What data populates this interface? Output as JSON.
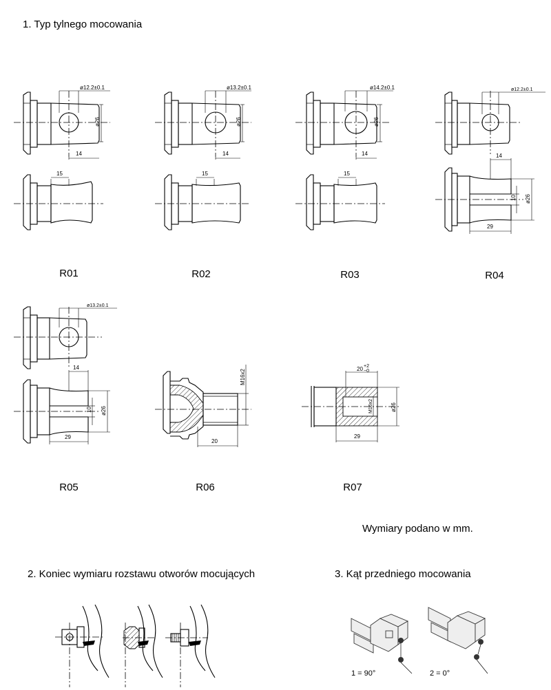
{
  "headings": {
    "section1": "1. Typ tylnego mocowania",
    "section2": "2. Koniec wymiaru rozstawu otworów mocujących",
    "section3": "3. Kąt przedniego mocowania"
  },
  "note": "Wymiary podano w mm.",
  "mount_codes": [
    "R01",
    "R02",
    "R03",
    "R04",
    "R05",
    "R06",
    "R07"
  ],
  "dimensions": {
    "r01": {
      "hole": "ø12.2±0.1",
      "dia": "ø26",
      "dist": "14",
      "width": "15"
    },
    "r02": {
      "hole": "ø13.2±0.1",
      "dia": "ø26",
      "dist": "14",
      "width": "15"
    },
    "r03": {
      "hole": "ø14.2±0.1",
      "dia": "ø26",
      "dist": "14",
      "width": "15"
    },
    "r04": {
      "hole": "ø12.2±0.1",
      "dist": "14",
      "slot": "10",
      "dia": "ø26",
      "length": "29"
    },
    "r05": {
      "hole": "ø13.2±0.1",
      "dist": "14",
      "slot": "10",
      "dia": "ø26",
      "length": "29"
    },
    "r06": {
      "thread": "M16x2",
      "length": "20"
    },
    "r07": {
      "depth": "20",
      "tol_upper": "+2",
      "tol_lower": "−0",
      "thread": "M16x2",
      "dia": "ø26",
      "length": "29"
    }
  },
  "angles": {
    "angle1": "1 = 90°",
    "angle2": "2 = 0°"
  }
}
